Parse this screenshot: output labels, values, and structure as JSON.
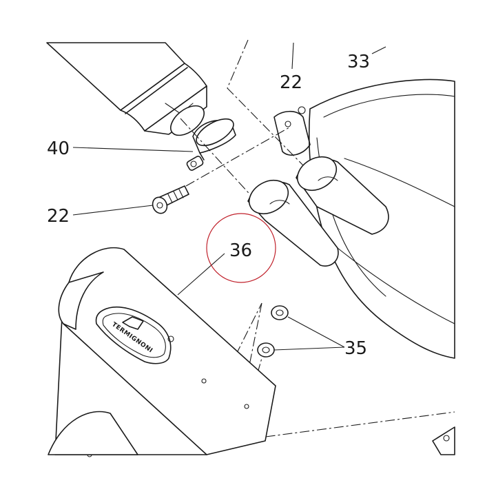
{
  "diagram": {
    "brand_text": "TERMIGNONI",
    "labels": {
      "p22_top": "22",
      "p33": "33",
      "p40": "40",
      "p22_left": "22",
      "p36": "36",
      "p35": "35"
    },
    "highlight_color": "#c0202a",
    "line_color": "#1a1a1a"
  }
}
